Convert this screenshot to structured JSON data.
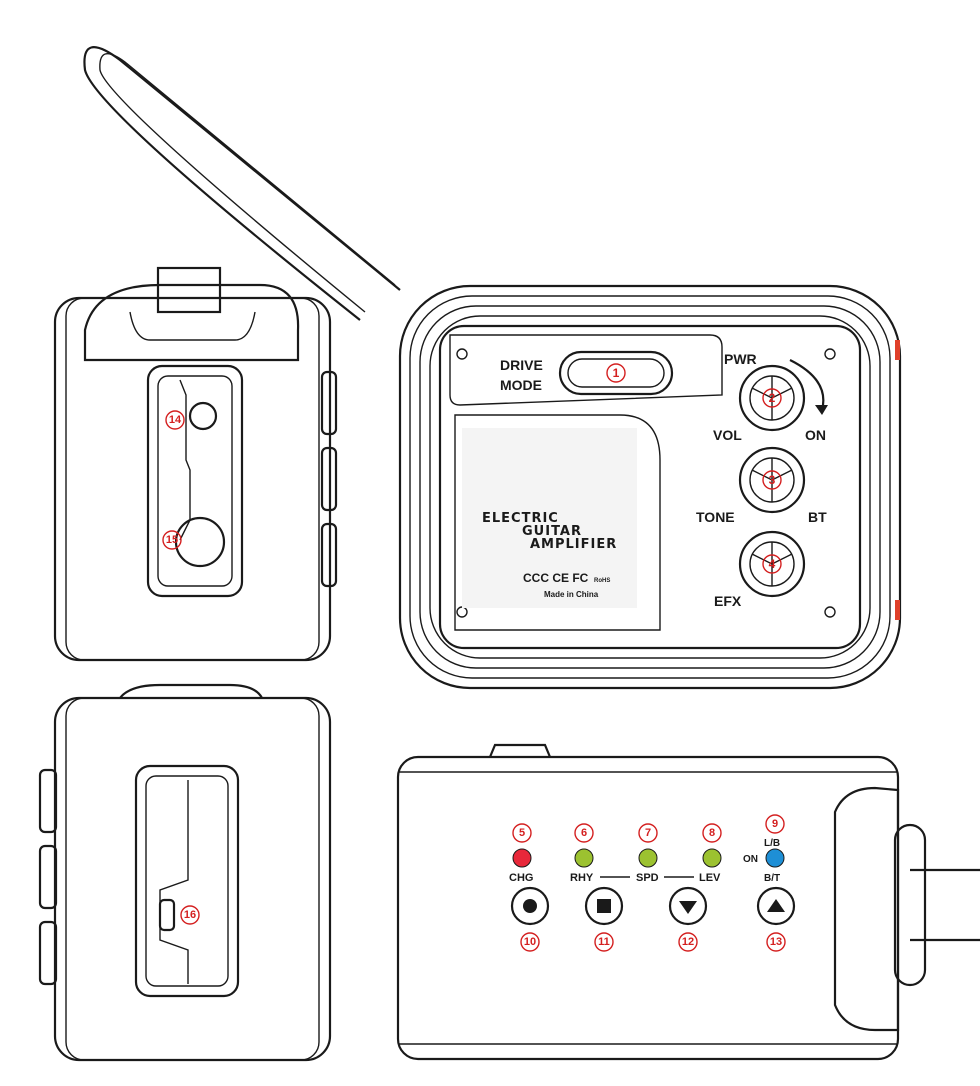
{
  "device": {
    "top_panel": {
      "drive_label": "DRIVE",
      "mode_label": "MODE",
      "pwr_label": "PWR",
      "vol_label": "VOL",
      "on_label": "ON",
      "tone_label": "TONE",
      "bt_label": "BT",
      "efx_label": "EFX",
      "brand_line1": "ELECTRIC",
      "brand_line2": "GUITAR",
      "brand_line3": "AMPLIFIER",
      "cert_marks": "CCC CE FC",
      "made_in": "Made in China",
      "rohs": "RoHS"
    },
    "front_panel": {
      "chg_label": "CHG",
      "rhy_label": "RHY",
      "spd_label": "SPD",
      "lev_label": "LEV",
      "lb_label": "L/B",
      "bt_label": "B/T",
      "on_label": "ON"
    },
    "callouts": [
      "1",
      "2",
      "3",
      "4",
      "5",
      "6",
      "7",
      "8",
      "9",
      "10",
      "11",
      "12",
      "13",
      "14",
      "15",
      "16"
    ]
  },
  "colors": {
    "callout": "#d42020",
    "led_charge": "#e8283a",
    "led_green": "#9cc230",
    "led_blue": "#1e8fd6",
    "accent_edge": "#e0402a"
  },
  "icons": {
    "play": "circle-dot-icon",
    "stop": "square-icon",
    "down": "triangle-down-icon",
    "up": "triangle-up-icon"
  }
}
